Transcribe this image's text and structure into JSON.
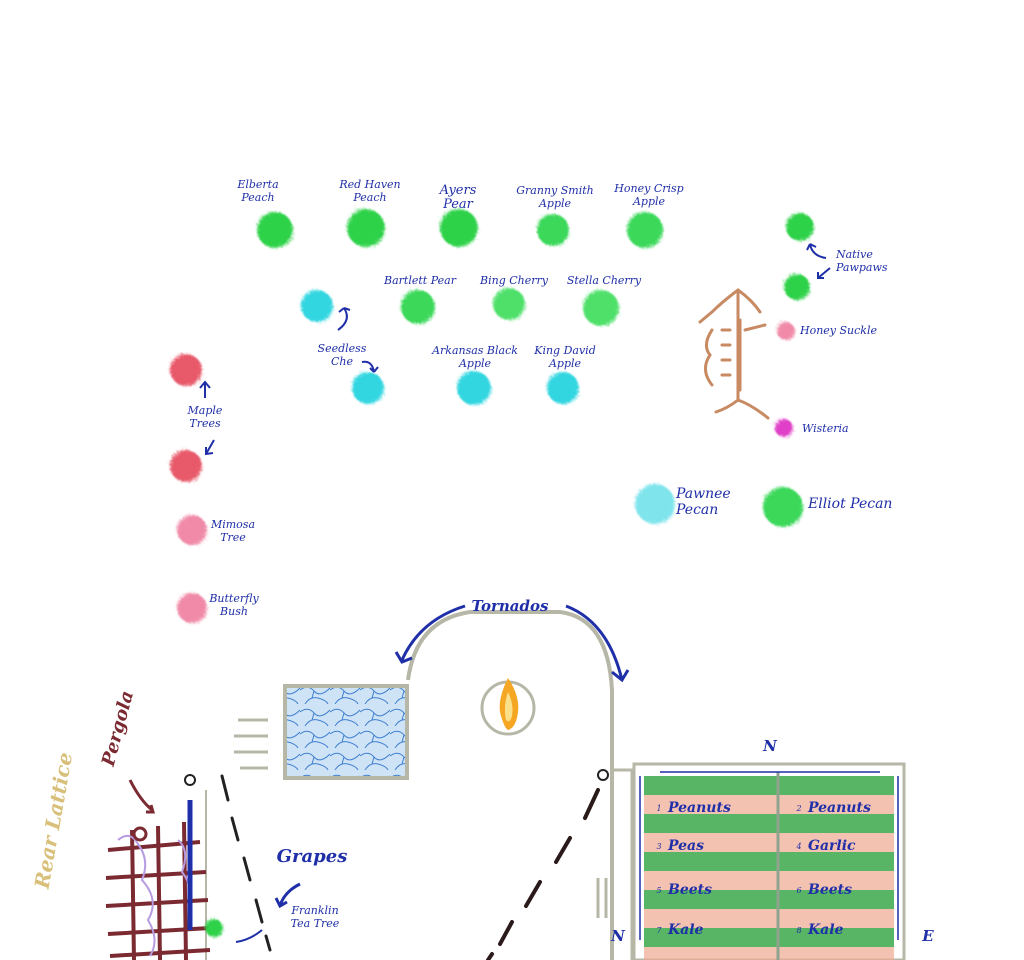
{
  "colors": {
    "ink": "#1f2fa8",
    "green_tree": "#2fd24a",
    "cyan_tree": "#32d6e0",
    "red_tree": "#e85a6a",
    "pink_tree": "#f08aa8",
    "magenta": "#e040c8",
    "trellis": "#c88a62",
    "path_gray": "#b7b7a7",
    "garden_green": "#3aa84a",
    "garden_salmon": "#f0a890",
    "pergola": "#7a2a30",
    "lattice": "#d8c07a",
    "fire": "#f5a623"
  },
  "orchard": {
    "row1": [
      "Elberta\nPeach",
      "Red Haven\nPeach",
      "Ayers\nPear",
      "Granny Smith\nApple",
      "Honey Crisp\nApple"
    ],
    "row2": [
      "Bartlett Pear",
      "Bing Cherry",
      "Stella Cherry"
    ],
    "row3_left": "Seedless\nChe",
    "row3": [
      "Arkansas Black\nApple",
      "King David\nApple"
    ]
  },
  "left_column": {
    "maple": "Maple\nTrees",
    "mimosa": "Mimosa\nTree",
    "butterfly": "Butterfly\nBush"
  },
  "right_side": {
    "pawpaws": "Native\nPawpaws",
    "honeysuckle": "Honey Suckle",
    "wisteria": "Wisteria",
    "pawnee": "Pawnee\nPecan",
    "elliot": "Elliot Pecan"
  },
  "patio": {
    "tornados": "Tornados",
    "grapes": "Grapes",
    "franklin": "Franklin\nTea Tree",
    "pergola": "Pergola",
    "rear_lattice": "Rear Lattice"
  },
  "garden": {
    "north": "N",
    "east": "E",
    "west": "N",
    "rows_left": [
      {
        "num": "1",
        "crop": "Peanuts"
      },
      {
        "num": "3",
        "crop": "Peas"
      },
      {
        "num": "5",
        "crop": "Beets"
      },
      {
        "num": "7",
        "crop": "Kale"
      }
    ],
    "rows_right": [
      {
        "num": "2",
        "crop": "Peanuts"
      },
      {
        "num": "4",
        "crop": "Garlic"
      },
      {
        "num": "6",
        "crop": "Beets"
      },
      {
        "num": "8",
        "crop": "Kale"
      }
    ]
  }
}
